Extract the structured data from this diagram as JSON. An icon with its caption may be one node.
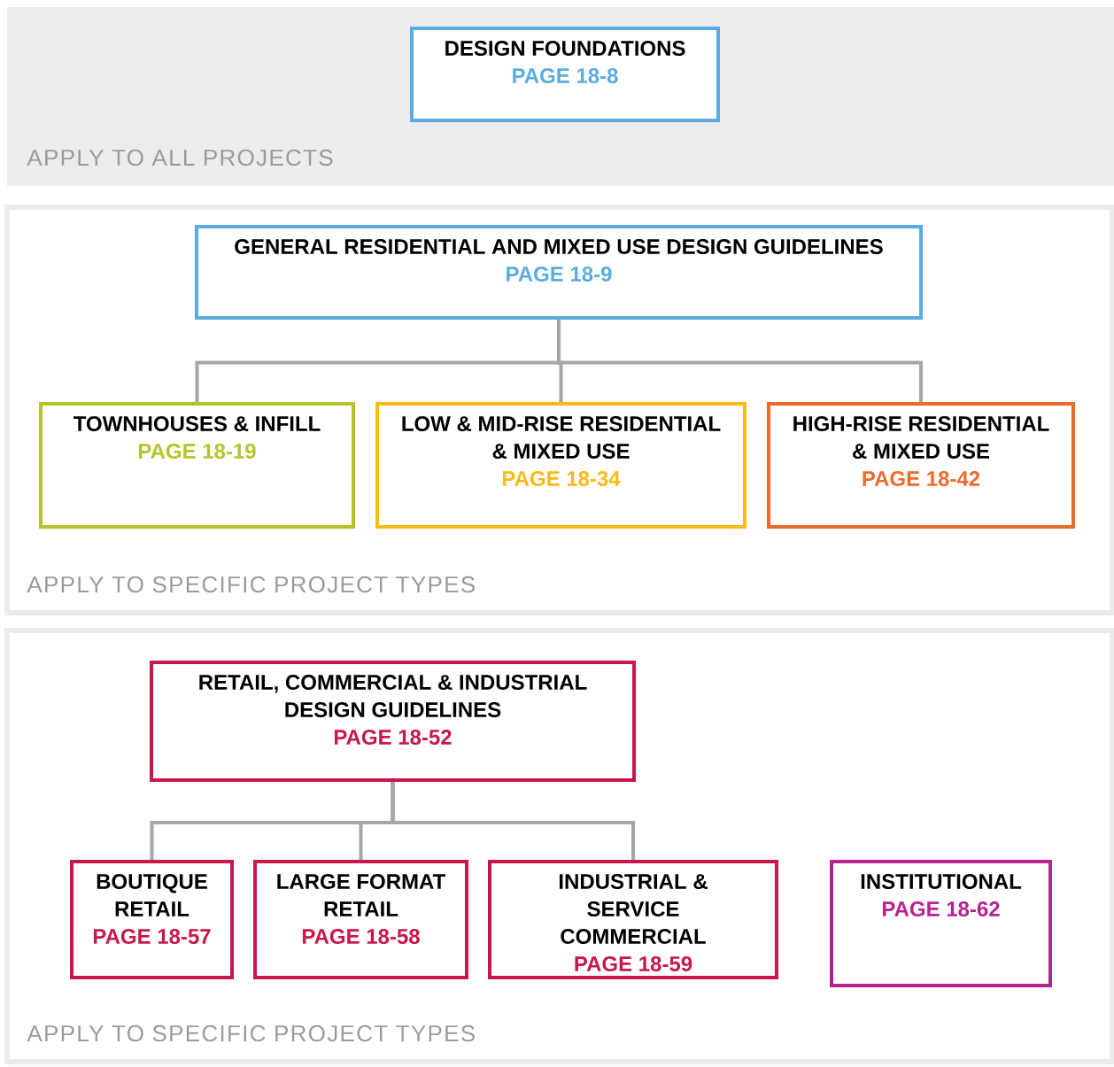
{
  "diagram": {
    "nodes": [
      {
        "text": [
          "APPLY TO ALL PROJECTS"
        ]
      },
      {
        "text": [
          "DESIGN  FOUNDATIONS",
          "PAGE 18-8"
        ],
        "in": 0
      },
      {
        "text": [
          "APPLY TO SPECIFIC PROJECT TYPES"
        ]
      },
      {
        "text": [
          "GENERAL RESIDENTIAL AND MIXED USE DESIGN GUIDELINES",
          "PAGE 18-9"
        ],
        "in": 2
      },
      {
        "text": [
          "TOWNHOUSES & INFILL",
          "PAGE 18-19"
        ],
        "in": 2
      },
      {
        "text": [
          "LOW & MID-RISE RESIDENTIAL & MIXED USE",
          "PAGE 18-34"
        ],
        "in": 2
      },
      {
        "text": [
          "HIGH-RISE RESIDENTIAL & MIXED USE",
          "PAGE 18-42"
        ],
        "in": 2
      },
      {
        "text": [
          "APPLY TO SPECIFIC PROJECT TYPES"
        ]
      },
      {
        "text": [
          "RETAIL, COMMERCIAL & INDUSTRIAL DESIGN GUIDELINES",
          "PAGE 18-52"
        ],
        "in": 7
      },
      {
        "text": [
          "BOUTIQUE RETAIL",
          "PAGE 18-57"
        ],
        "in": 7
      },
      {
        "text": [
          "LARGE FORMAT RETAIL",
          "PAGE 18-58"
        ],
        "in": 7
      },
      {
        "text": [
          "INDUSTRIAL & SERVICE COMMERCIAL",
          "PAGE 18-59"
        ],
        "in": 7
      },
      {
        "text": [
          "INSTITUTIONAL",
          "PAGE 18-62"
        ],
        "in": 7
      }
    ],
    "edges": [
      {
        "from": 3,
        "to": 4,
        "arrow": "none"
      },
      {
        "from": 3,
        "to": 5,
        "arrow": "none"
      },
      {
        "from": 3,
        "to": 6,
        "arrow": "none"
      },
      {
        "from": 8,
        "to": 9,
        "arrow": "none"
      },
      {
        "from": 8,
        "to": 10,
        "arrow": "none"
      },
      {
        "from": 8,
        "to": 11,
        "arrow": "none"
      }
    ]
  }
}
